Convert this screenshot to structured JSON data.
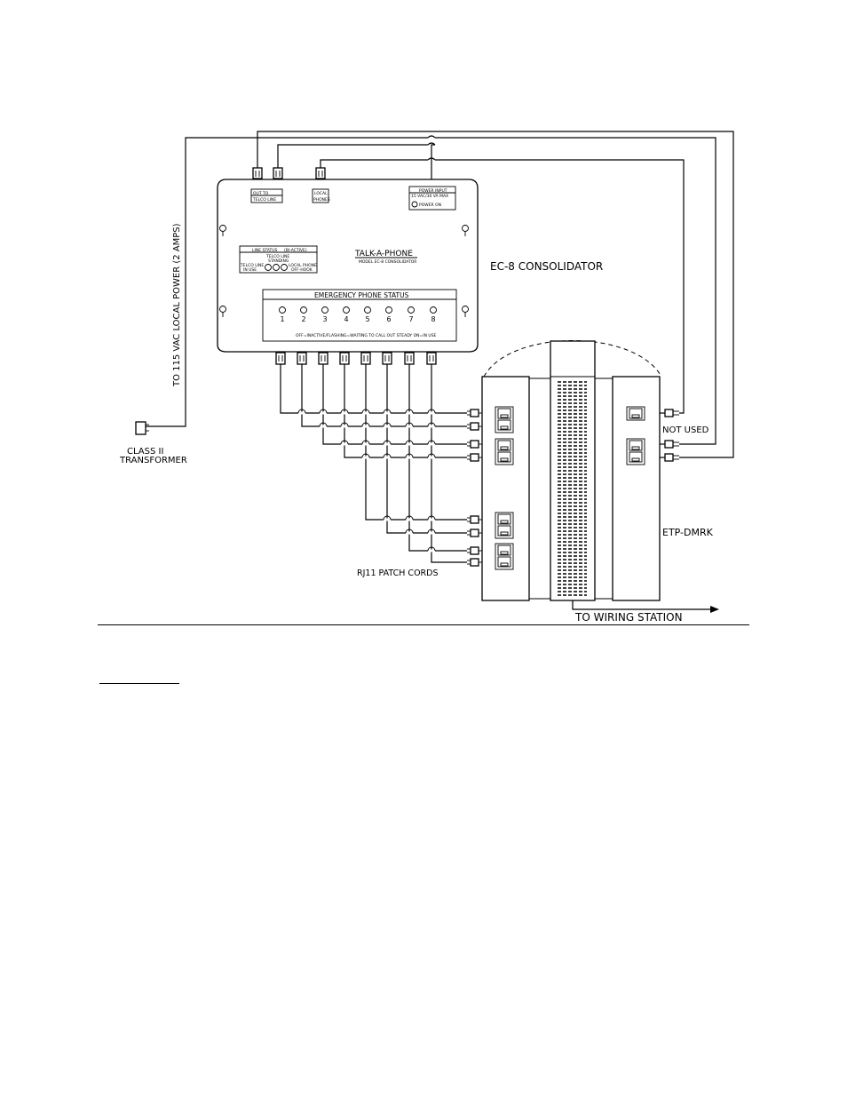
{
  "labels": {
    "power_note": "TO 115 VAC LOCAL POWER (2 AMPS)",
    "transformer_line1": "CLASS II",
    "transformer_line2": "TRANSFORMER",
    "consolidator": "EC-8 CONSOLIDATOR",
    "not_used": "NOT USED",
    "etp_dmrk": "ETP-DMRK",
    "patch_cords": "RJ11 PATCH CORDS",
    "wiring_station": "TO WIRING STATION"
  },
  "panel": {
    "out_to": "OUT TO",
    "telco_line": "TELCO LINE",
    "local": "LOCAL",
    "phones": "PHONES",
    "power_input": "POWER INPUT",
    "power_rating": "15 VAC/30 VA MAX",
    "power_on": "POWER ON",
    "line_status": "LINE STATUS",
    "line_status_extra": "(BI-ACTIVE)",
    "telco_line_status": "TELCO LINE",
    "standing": "STANDING",
    "telco_line_in_use": "TELCO LINE",
    "in_use": "IN USE",
    "local_phone": "LOCAL PHONE",
    "off_hook": "OFF-HOOK",
    "brand": "TALK-A-PHONE",
    "model": "MODEL EC-8 CONSOLIDATOR",
    "emergency_status": "EMERGENCY PHONE STATUS",
    "status_numbers": [
      "1",
      "2",
      "3",
      "4",
      "5",
      "6",
      "7",
      "8"
    ],
    "status_note": "OFF=INACTIVE/FLASHING=WAITING TO CALL OUT STEADY ON=IN USE"
  }
}
